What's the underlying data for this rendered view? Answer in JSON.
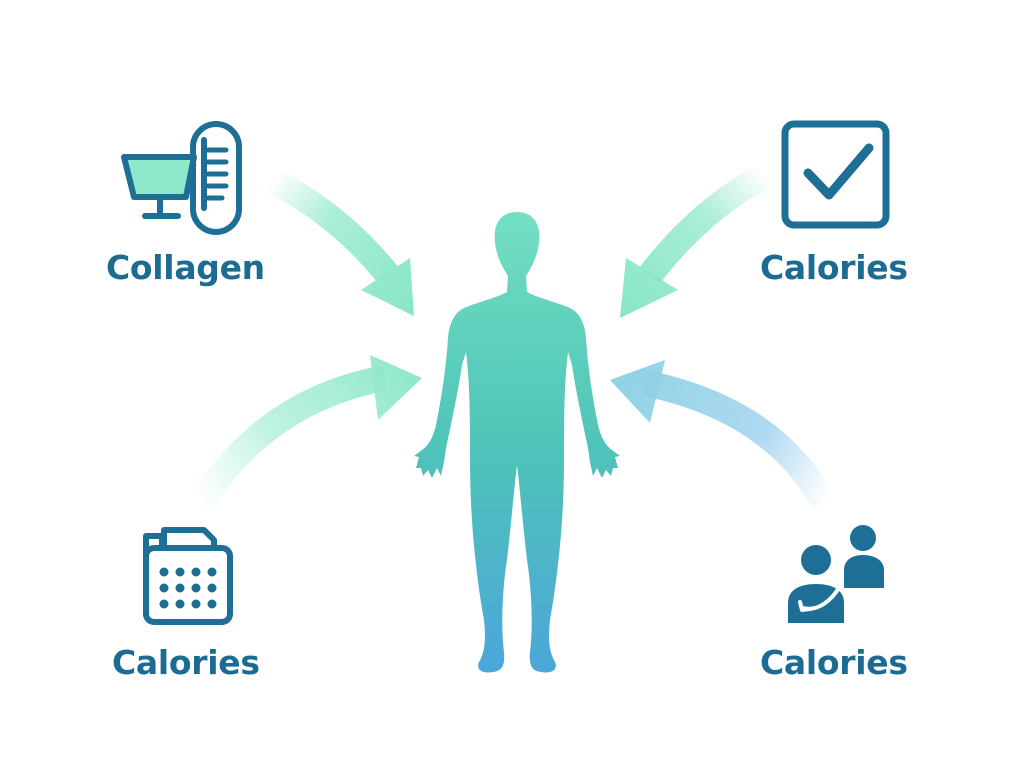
{
  "colors": {
    "icon_stroke": "#1e6f96",
    "label_text": "#1c6b92",
    "figure_top": "#6fdcc0",
    "figure_mid": "#4fc3b8",
    "figure_bottom": "#4ea6d8",
    "arrow_mint": "#8ee8c8",
    "arrow_blue": "#8fcbea",
    "icon_fill_mint": "#8ee8cc"
  },
  "diagram": {
    "center": {
      "icon": "human-body-silhouette-icon"
    },
    "nodes": [
      {
        "id": "top-left",
        "label": "Collagen",
        "icon": "monitor-thermometer-icon"
      },
      {
        "id": "top-right",
        "label": "Calories",
        "icon": "checkbox-checked-icon"
      },
      {
        "id": "bottom-left",
        "label": "Calories",
        "icon": "calendar-icon"
      },
      {
        "id": "bottom-right",
        "label": "Calories",
        "icon": "two-people-icon"
      }
    ],
    "edges": [
      {
        "from": "top-left",
        "to": "center"
      },
      {
        "from": "top-right",
        "to": "center"
      },
      {
        "from": "bottom-left",
        "to": "center"
      },
      {
        "from": "bottom-right",
        "to": "center"
      }
    ]
  }
}
